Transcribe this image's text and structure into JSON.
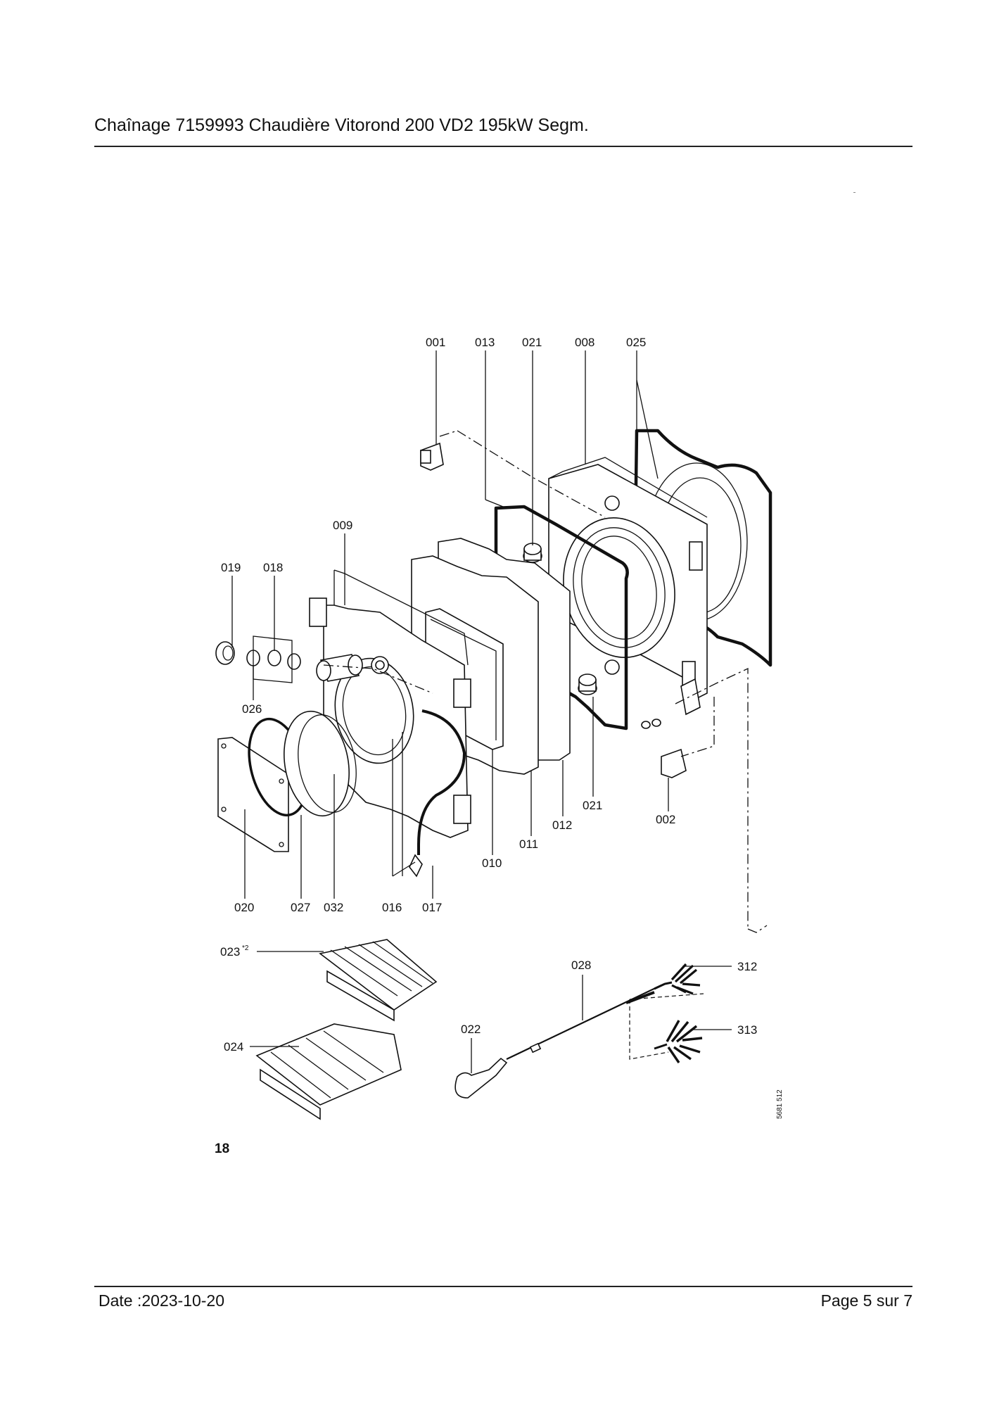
{
  "header": {
    "title": "Chaînage 7159993 Chaudière Vitorond 200 VD2 195kW Segm."
  },
  "figure": {
    "number": "18",
    "drawing_ref": "5681 512",
    "callouts": {
      "p001": "001",
      "p013": "013",
      "p021a": "021",
      "p008": "008",
      "p025": "025",
      "p009": "009",
      "p019": "019",
      "p018": "018",
      "p026": "026",
      "p021b": "021",
      "p002": "002",
      "p012": "012",
      "p011": "011",
      "p010": "010",
      "p020": "020",
      "p027": "027",
      "p032": "032",
      "p016": "016",
      "p017": "017",
      "p023": "023",
      "p023_note": "*2",
      "p024": "024",
      "p028": "028",
      "p022": "022",
      "p312": "312",
      "p313": "313"
    }
  },
  "footer": {
    "date": "Date :2023-10-20",
    "page": "Page 5 sur  7"
  }
}
